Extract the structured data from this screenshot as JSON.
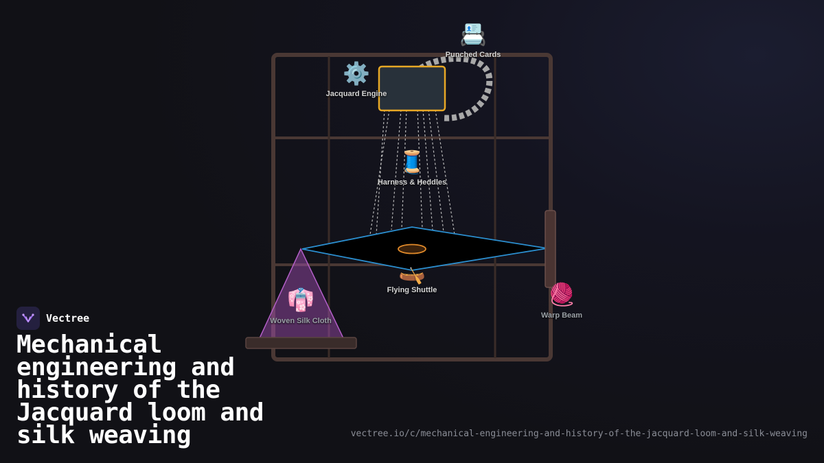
{
  "diagram": {
    "components": {
      "punched_cards": {
        "label": "Punched Cards",
        "icon": "punched-card-emoji"
      },
      "jacquard_engine": {
        "label": "Jacquard Engine",
        "icon": "gear-emoji"
      },
      "harness_heddles": {
        "label": "Harness & Heddles",
        "icon": "thread-spool-emoji"
      },
      "flying_shuttle": {
        "label": "Flying Shuttle",
        "icon": "shuttle-emoji"
      },
      "warp_beam": {
        "label": "Warp Beam",
        "icon": "yarn-ball-emoji"
      },
      "woven_cloth": {
        "label": "Woven Silk Cloth",
        "icon": "kimono-emoji"
      }
    },
    "colors": {
      "frame": "#4a3834",
      "engine_border": "#e8a825",
      "engine_fill": "#28313a",
      "shed_outline": "#2b8fd0",
      "shuttle_ring": "#e08a2a",
      "cloth_cone": "#a64fb8",
      "card_chain": "#a8a8a8"
    }
  },
  "brand": {
    "name": "Vectree",
    "icon": "vectree-logo-icon"
  },
  "title": "Mechanical engineering and history of the Jacquard loom and silk weaving",
  "url": "vectree.io/c/mechanical-engineering-and-history-of-the-jacquard-loom-and-silk-weaving"
}
